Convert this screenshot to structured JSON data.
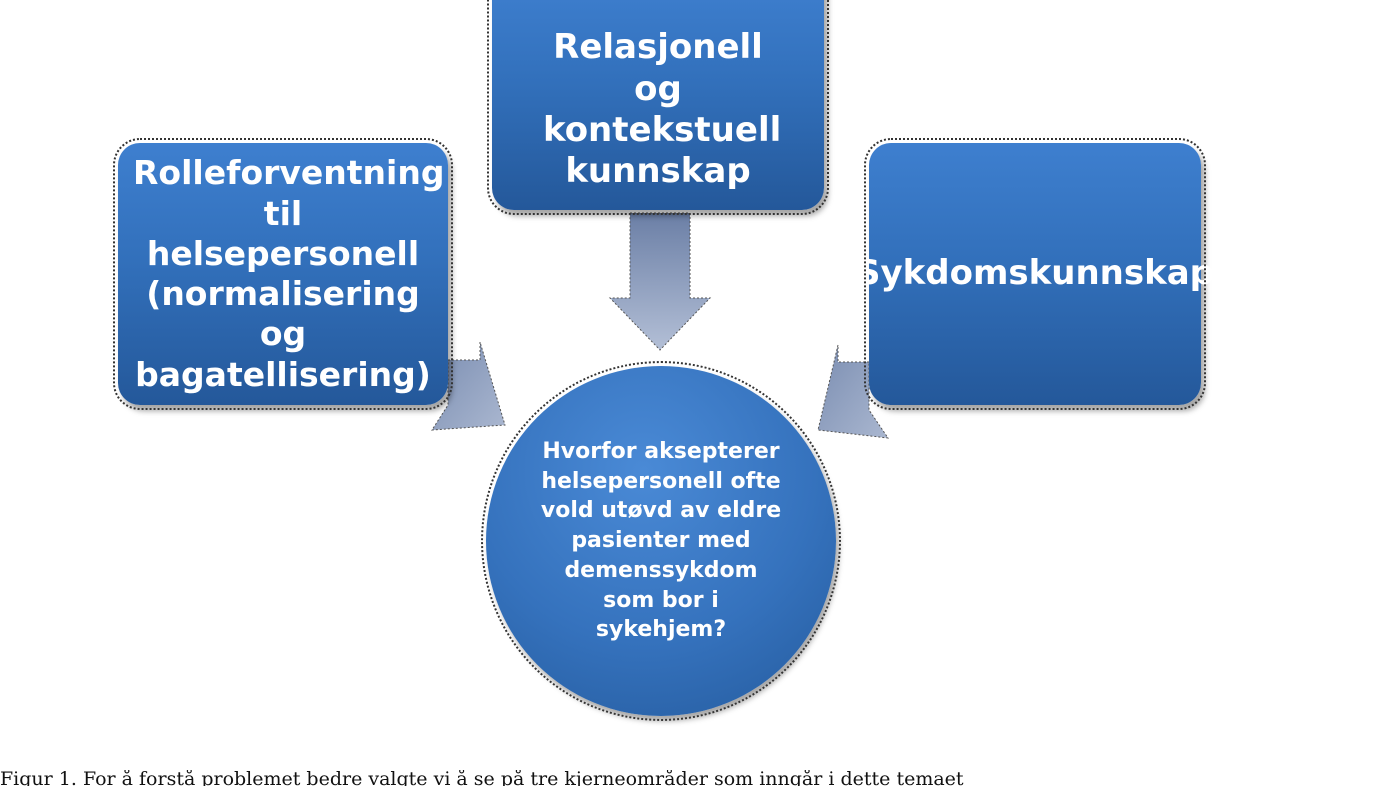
{
  "diagram": {
    "top_box": {
      "text": "Relasjonell og kontekstuell kunnskap"
    },
    "left_box": {
      "text": "Rolleforventning til helsepersonell (normalisering og bagatellisering)"
    },
    "right_box": {
      "text": "Sykdomskunnskap"
    },
    "center_circle": {
      "text": "Hvorfor aksepterer helsepersonell ofte vold utøvd av eldre pasienter med demenssykdom som bor i sykehjem?"
    }
  },
  "caption": {
    "text": "Figur 1. For å forstå problemet bedre valgte vi å se på tre kjerneområder som inngår i dette temaet"
  },
  "colors": {
    "box_fill": "#3270bb",
    "arrow_fill": "#8a9bbd",
    "text": "#ffffff"
  }
}
